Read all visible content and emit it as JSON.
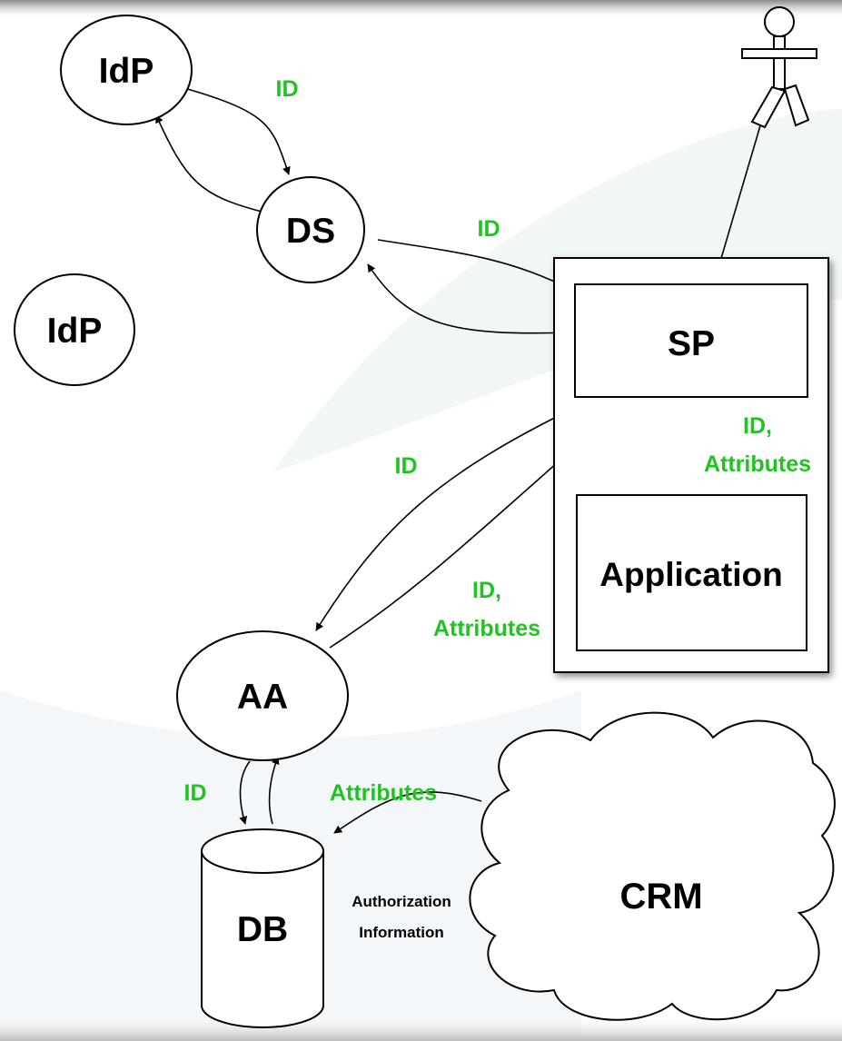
{
  "colors": {
    "edge_label": "#1fc51f",
    "node_stroke": "#000000",
    "node_fill": "#ffffff",
    "background_wash": "#e6eef1"
  },
  "nodes": {
    "idp_top": "IdP",
    "idp_left": "IdP",
    "ds": "DS",
    "sp": "SP",
    "application": "Application",
    "aa": "AA",
    "db": "DB",
    "crm": "CRM"
  },
  "edge_labels": {
    "idp_to_ds": "ID",
    "ds_to_sp": "ID",
    "sp_to_aa": "ID",
    "sp_to_app_line1": "ID,",
    "sp_to_app_line2": "Attributes",
    "aa_to_sp_line1": "ID,",
    "aa_to_sp_line2": "Attributes",
    "aa_to_db": "ID",
    "db_to_aa": "Attributes",
    "crm_to_db_line1": "Authorization",
    "crm_to_db_line2": "Information"
  },
  "icons": {
    "user": "user-stick-figure-icon",
    "database": "database-cylinder-icon",
    "cloud": "cloud-icon"
  }
}
